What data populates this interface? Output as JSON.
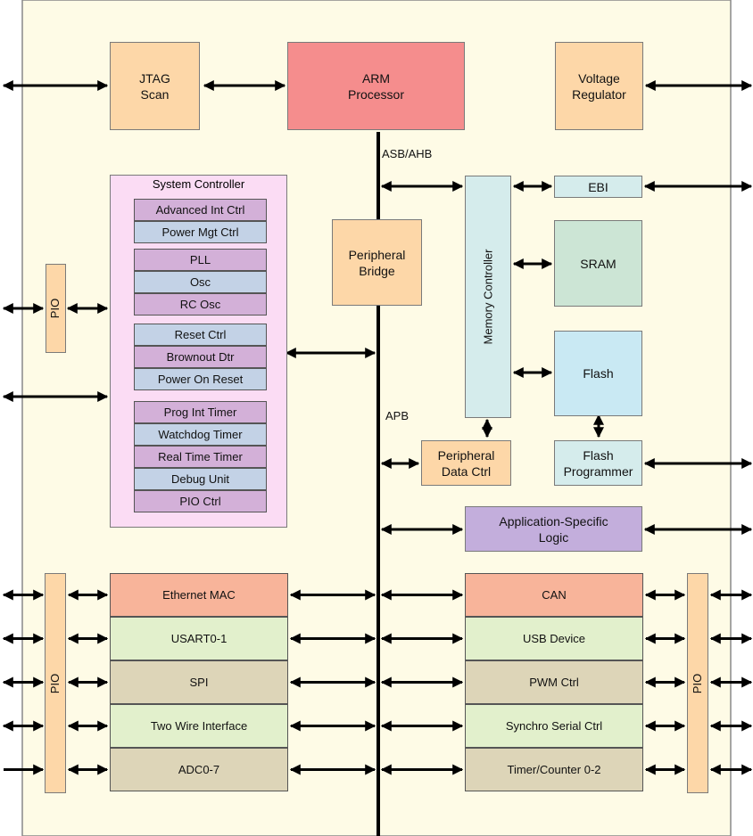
{
  "colors": {
    "background": "#fefbe6",
    "orange": "#fdd7a8",
    "red": "#f58d8d",
    "pink": "#fbdcf4",
    "purple": "#d3b0d8",
    "blue": "#c3d2e6",
    "cyan": "#d5ecec",
    "teal": "#cce5d5",
    "lightblue": "#c9e9f3",
    "salmon": "#f8b49a",
    "lightgreen": "#e2f0cc",
    "tan": "#ddd5b8",
    "lavender": "#c3aedc"
  },
  "blocks": {
    "jtag": "JTAG\nScan",
    "arm": "ARM\nProcessor",
    "voltage": "Voltage\nRegulator",
    "bus_asb": "ASB/AHB",
    "bus_apb": "APB",
    "ebi": "EBI",
    "sram": "SRAM",
    "flash": "Flash",
    "flash_prog": "Flash\nProgrammer",
    "memory_ctrl": "Memory Controller",
    "periph_bridge": "Peripheral\nBridge",
    "periph_data": "Peripheral\nData Ctrl",
    "app_logic": "Application-Specific\nLogic"
  },
  "system_controller": {
    "title": "System Controller",
    "group1": [
      "Advanced Int Ctrl",
      "Power Mgt Ctrl"
    ],
    "group2": [
      "PLL",
      "Osc",
      "RC Osc"
    ],
    "group3": [
      "Reset Ctrl",
      "Brownout Dtr",
      "Power On Reset"
    ],
    "group4": [
      "Prog Int Timer",
      "Watchdog Timer",
      "Real Time Timer",
      "Debug Unit",
      "PIO Ctrl"
    ]
  },
  "pio": {
    "left_small": "PIO",
    "left": "PIO",
    "right": "PIO"
  },
  "left_peripherals": [
    "Ethernet MAC",
    "USART0-1",
    "SPI",
    "Two Wire Interface",
    "ADC0-7"
  ],
  "right_peripherals": [
    "CAN",
    "USB Device",
    "PWM Ctrl",
    "Synchro Serial Ctrl",
    "Timer/Counter 0-2"
  ]
}
